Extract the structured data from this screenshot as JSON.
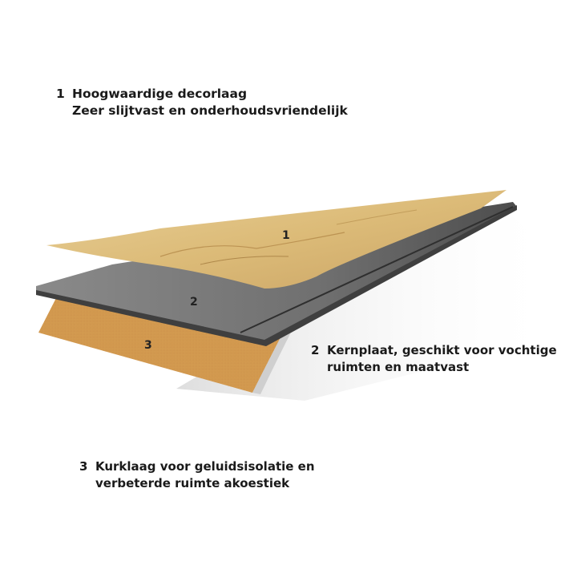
{
  "captions": [
    {
      "number": "1",
      "lines": [
        "Hoogwaardige decorlaag",
        "Zeer slijtvast en onderhoudsvriendelijk"
      ]
    },
    {
      "number": "2",
      "lines": [
        "Kernplaat, geschikt voor vochtige",
        "ruimten en maatvast"
      ]
    },
    {
      "number": "3",
      "lines": [
        "Kurklaag voor geluidsisolatie en",
        "verbeterde ruimte akoestiek"
      ]
    }
  ],
  "layers": [
    {
      "label": "1",
      "name": "decorlaag",
      "color": "#dcbd7e"
    },
    {
      "label": "2",
      "name": "kernplaat",
      "color": "#7d7d7d"
    },
    {
      "label": "3",
      "name": "kurklaag",
      "color": "#d49a4e"
    }
  ]
}
